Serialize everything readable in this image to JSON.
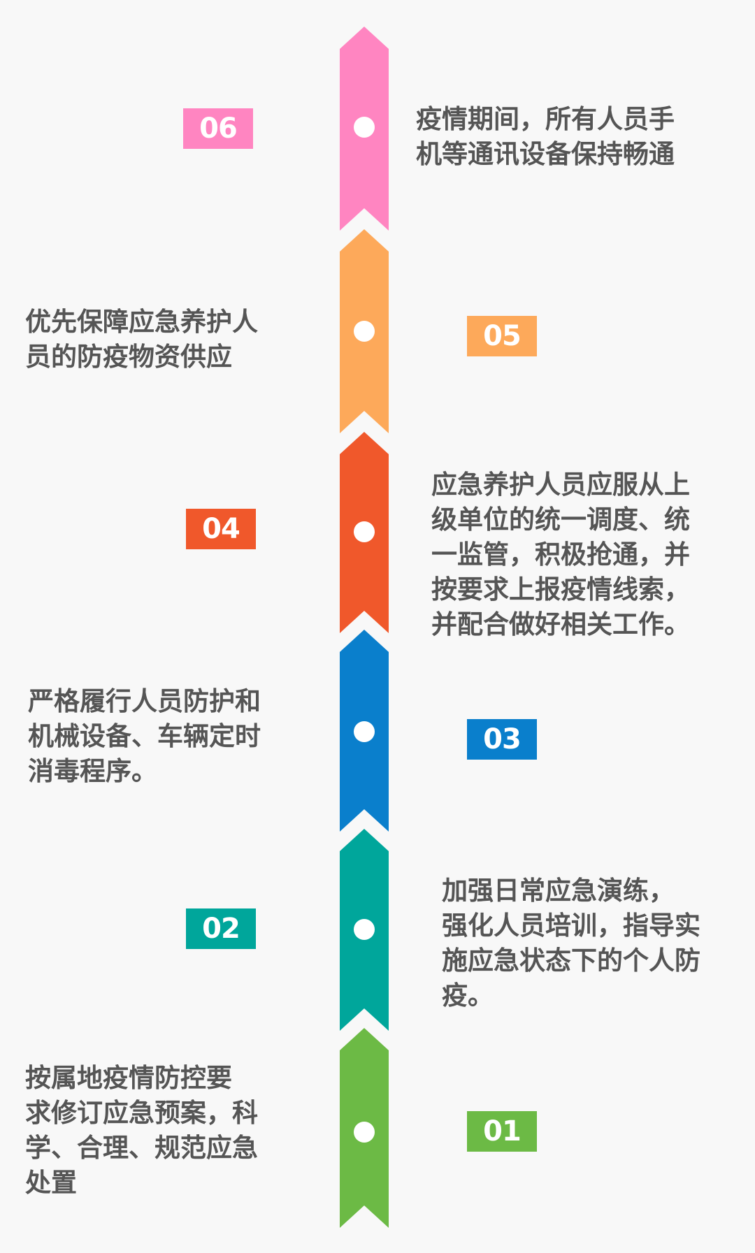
{
  "steps": [
    {
      "number": "06",
      "color": "#ff85c1",
      "text": "疫情期间，所有人员手\n机等通讯设备保持畅通"
    },
    {
      "number": "05",
      "color": "#fda95a",
      "text": "优先保障应急养护人\n员的防疫物资供应"
    },
    {
      "number": "04",
      "color": "#f0582b",
      "text": "应急养护人员应服从上\n级单位的统一调度、统\n一监管，积极抢通，并\n按要求上报疫情线索，\n并配合做好相关工作。"
    },
    {
      "number": "03",
      "color": "#0a7fcc",
      "text": "严格履行人员防护和\n机械设备、车辆定时\n消毒程序。"
    },
    {
      "number": "02",
      "color": "#00a69b",
      "text": "  加强日常应急演练，\n强化人员培训，指导实\n施应急状态下的个人防\n疫。"
    },
    {
      "number": "01",
      "color": "#6cba45",
      "text": "  按属地疫情防控要\n求修订应急预案，科\n学、合理、规范应急\n处置"
    }
  ]
}
